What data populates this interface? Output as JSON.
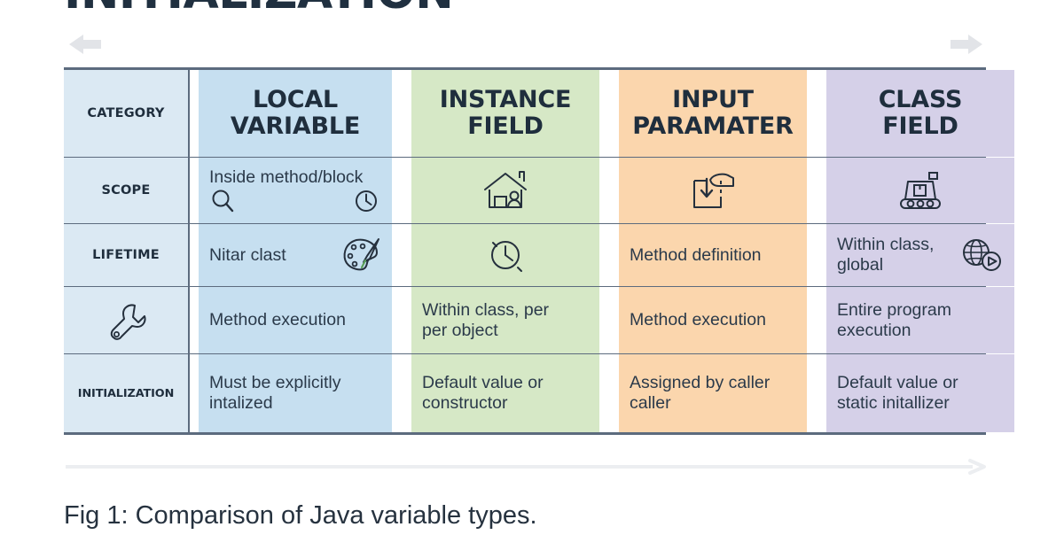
{
  "page": {
    "title": "INITIALIZATION",
    "caption": "Fig 1: Comparison of Java variable types."
  },
  "nav": {
    "prev_icon": "arrow-left-icon",
    "next_icon": "arrow-right-icon",
    "bottom_scroll_icon": "arrow-right-line-icon"
  },
  "colors": {
    "category_bg": "#dbe9f3",
    "local_bg": "#c6dff0",
    "instance_bg": "#d6e8c6",
    "input_bg": "#fbd6ad",
    "class_bg": "#d5d0e8",
    "rule": "#5c6b7e",
    "heading_text": "#1f2e3d",
    "body_text": "#2b3a4a"
  },
  "table": {
    "headers": {
      "category": "CATEGORY",
      "local": "LOCAL\nVARIABLE",
      "local_line1": "LOCAL",
      "local_line2": "VARIABLE",
      "instance_line1": "INSTANCE",
      "instance_line2": "FIELD",
      "input_line1": "INPUT",
      "input_line2": "PARAMATER",
      "class_line1": "CLASS",
      "class_line2": "FIELD"
    },
    "rows": [
      {
        "label": "SCOPE",
        "label_icon": null,
        "local": {
          "text": "Inside method/block",
          "icons": [
            "magnifier-icon",
            "clock-icon"
          ]
        },
        "instance": {
          "text": "",
          "icons": [
            "house-person-icon"
          ]
        },
        "input": {
          "text": "",
          "icons": [
            "drag-drop-hand-icon"
          ]
        },
        "class": {
          "text": "",
          "icons": [
            "factory-conveyor-icon"
          ]
        }
      },
      {
        "label": "LIFETIME",
        "label_icon": null,
        "local": {
          "text": "Nitar clast",
          "icons": [
            "paint-palette-icon"
          ]
        },
        "instance": {
          "text": "",
          "icons": [
            "clock-icon"
          ]
        },
        "input": {
          "text": "Method definition",
          "icons": []
        },
        "class": {
          "text": "Within class,\nglobal",
          "text_line1": "Within class,",
          "text_line2": "global",
          "icons": [
            "globe-play-icon"
          ]
        }
      },
      {
        "label": "",
        "label_icon": "wrench-icon",
        "local": {
          "text": "Method execution",
          "icons": []
        },
        "instance": {
          "text_line1": "Within class, per",
          "text_line2": "per object",
          "icons": []
        },
        "input": {
          "text": "Method execution",
          "icons": []
        },
        "class": {
          "text_line1": "Entire program",
          "text_line2": "execution",
          "icons": []
        }
      },
      {
        "label": "INITIALIZATION",
        "label_icon": null,
        "local": {
          "text_line1": "Must be explicitly",
          "text_line2": "intalized",
          "icons": []
        },
        "instance": {
          "text_line1": "Default value or",
          "text_line2": "constructor",
          "icons": []
        },
        "input": {
          "text_line1": "Assigned by caller",
          "text_line2": "caller",
          "icons": []
        },
        "class": {
          "text_line1": "Default value or",
          "text_line2": "static initallizer",
          "icons": []
        }
      }
    ]
  }
}
